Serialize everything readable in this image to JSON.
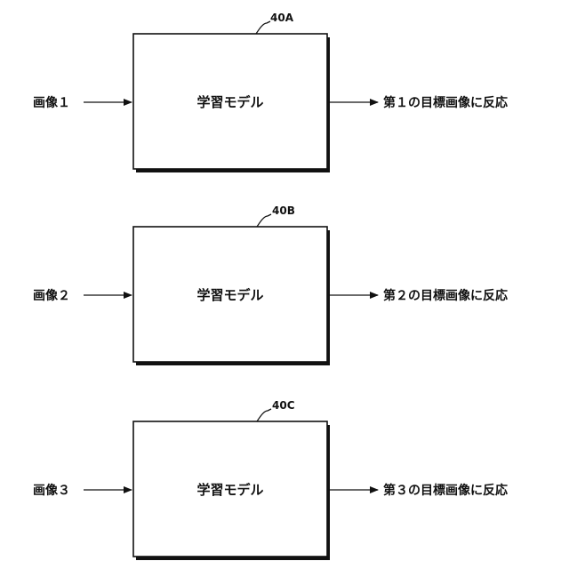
{
  "rows": [
    {
      "ref": "40A",
      "model": "学習モデル",
      "input": "画像１",
      "output": "第１の目標画像に反応"
    },
    {
      "ref": "40B",
      "model": "学習モデル",
      "input": "画像２",
      "output": "第２の目標画像に反応"
    },
    {
      "ref": "40C",
      "model": "学習モデル",
      "input": "画像３",
      "output": "第３の目標画像に反応"
    }
  ],
  "colors": {
    "line": "#111111",
    "shadow": "#111111",
    "background": "#ffffff"
  }
}
